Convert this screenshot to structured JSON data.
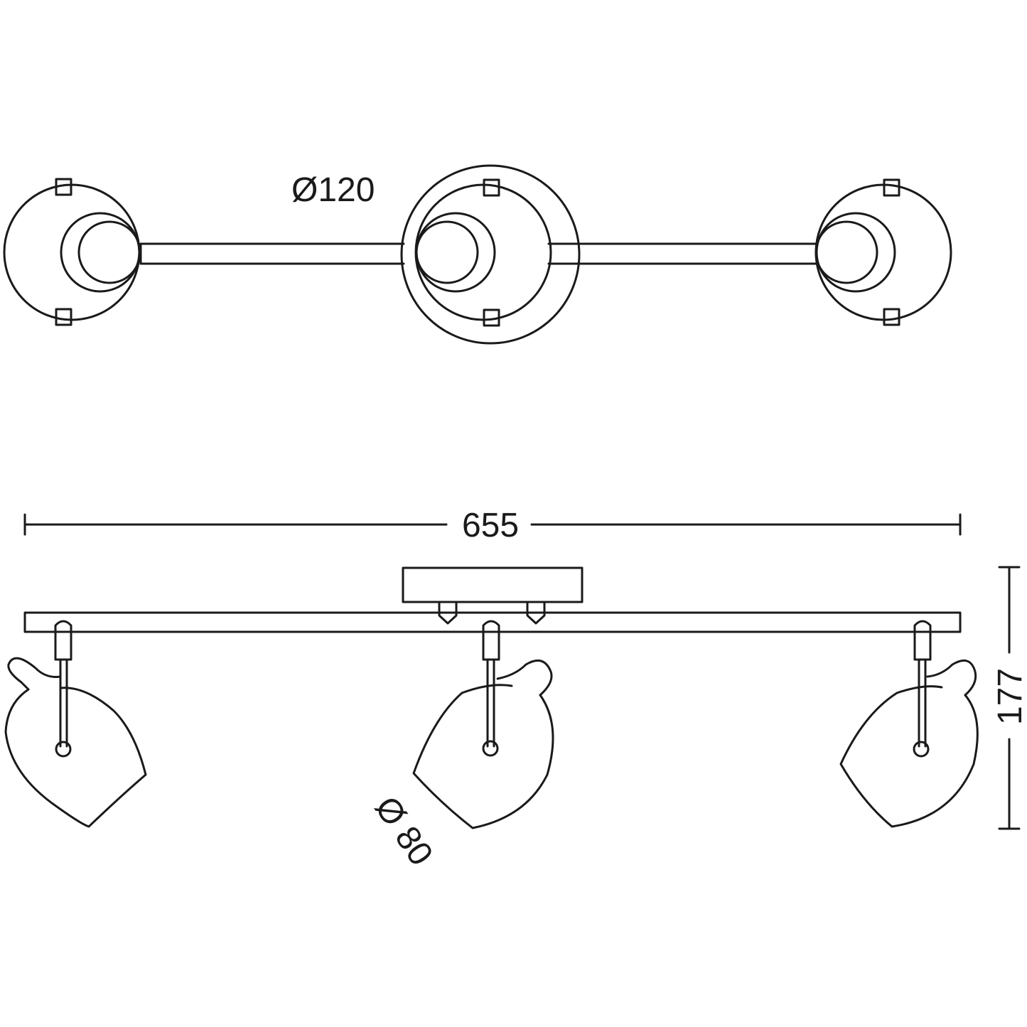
{
  "dimensions": {
    "plate_diameter": "Ø120",
    "overall_length": "655",
    "overall_height": "177",
    "head_diameter": "Ø 80"
  },
  "colors": {
    "line": "#1a1a1a",
    "background": "#ffffff"
  }
}
